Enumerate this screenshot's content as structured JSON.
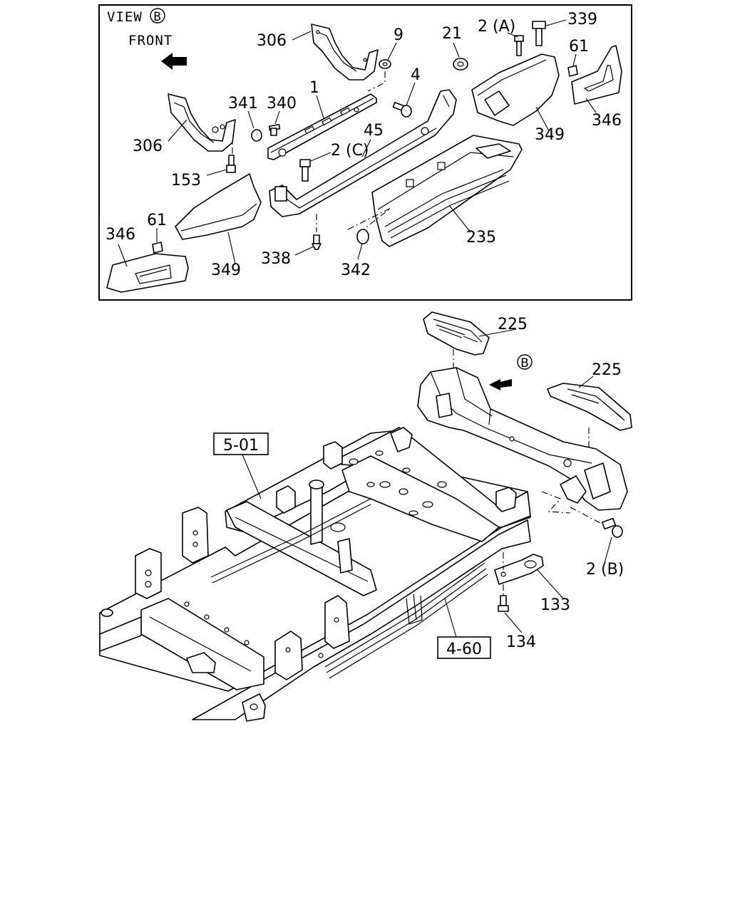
{
  "view_box": {
    "title": "VIEW",
    "view_marker": "B",
    "front_label": "FRONT"
  },
  "callouts": {
    "c306a": "306",
    "c306b": "306",
    "c9": "9",
    "c21": "21",
    "c2a": "2 (A)",
    "c339": "339",
    "c61a": "61",
    "c4": "4",
    "c1": "1",
    "c341": "341",
    "c340": "340",
    "c45": "45",
    "c2c": "2 (C)",
    "c153": "153",
    "c349a": "349",
    "c346a": "346",
    "c61b": "61",
    "c346b": "346",
    "c349b": "349",
    "c338": "338",
    "c342": "342",
    "c235": "235",
    "c225a": "225",
    "c225b": "225",
    "view_marker_b": "B",
    "c2b": "2 (B)",
    "c133": "133",
    "c134": "134"
  },
  "references": {
    "r501": "5-01",
    "r460": "4-60"
  }
}
